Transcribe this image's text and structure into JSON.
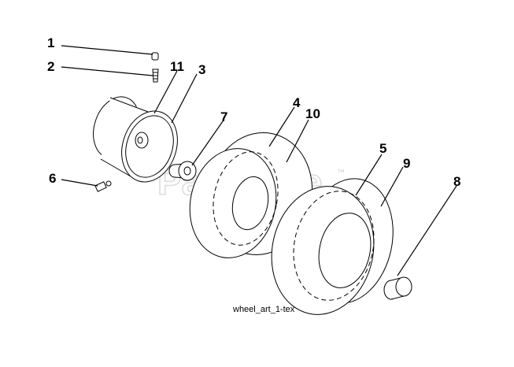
{
  "diagram": {
    "watermark": "PartsTree",
    "watermark_tm": "™",
    "caption": "wheel_art_1-tex",
    "callouts": [
      "1",
      "2",
      "11",
      "3",
      "7",
      "4",
      "10",
      "5",
      "9",
      "8",
      "6"
    ]
  }
}
